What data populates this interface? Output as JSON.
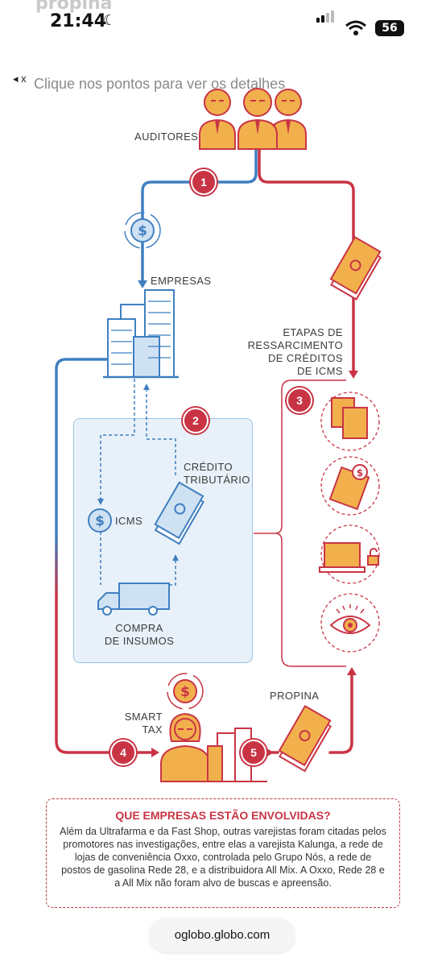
{
  "status_bar": {
    "overlay_text": "propina",
    "time": "21:44",
    "battery": "56"
  },
  "nav": {
    "back": "◂",
    "close": "x",
    "hint": "Clique nos pontos para ver os detalhes"
  },
  "diagram": {
    "auditors": "AUDITORES",
    "companies": "EMPRESAS",
    "reimbursement": [
      "ETAPAS DE",
      "RESSARCIMENTO",
      "DE CRÉDITOS",
      "DE ICMS"
    ],
    "tax_credit": [
      "CRÉDITO",
      "TRIBUTÁRIO"
    ],
    "icms": "ICMS",
    "purchase": [
      "COMPRA",
      "DE INSUMOS"
    ],
    "smart_tax": [
      "SMART",
      "TAX"
    ],
    "bribe": "PROPINA",
    "steps": [
      "1",
      "2",
      "3",
      "4",
      "5"
    ],
    "colors": {
      "red": "#c93445",
      "blue": "#3f7fc0",
      "orange": "#f2b04d"
    }
  },
  "info_box": {
    "title": "QUE EMPRESAS ESTÃO ENVOLVIDAS?",
    "text": "Além da Ultrafarma e da Fast Shop, outras varejistas foram citadas pelos promotores nas investigações, entre elas a varejista Kalunga, a rede de lojas de conveniência Oxxo, controlada pelo Grupo Nós, a rede de postos de gasolina Rede 28, e a distribuidora All Mix. A Oxxo, Rede 28 e a All Mix não foram alvo de buscas e apreensão."
  },
  "footer": {
    "url": "oglobo.globo.com"
  }
}
